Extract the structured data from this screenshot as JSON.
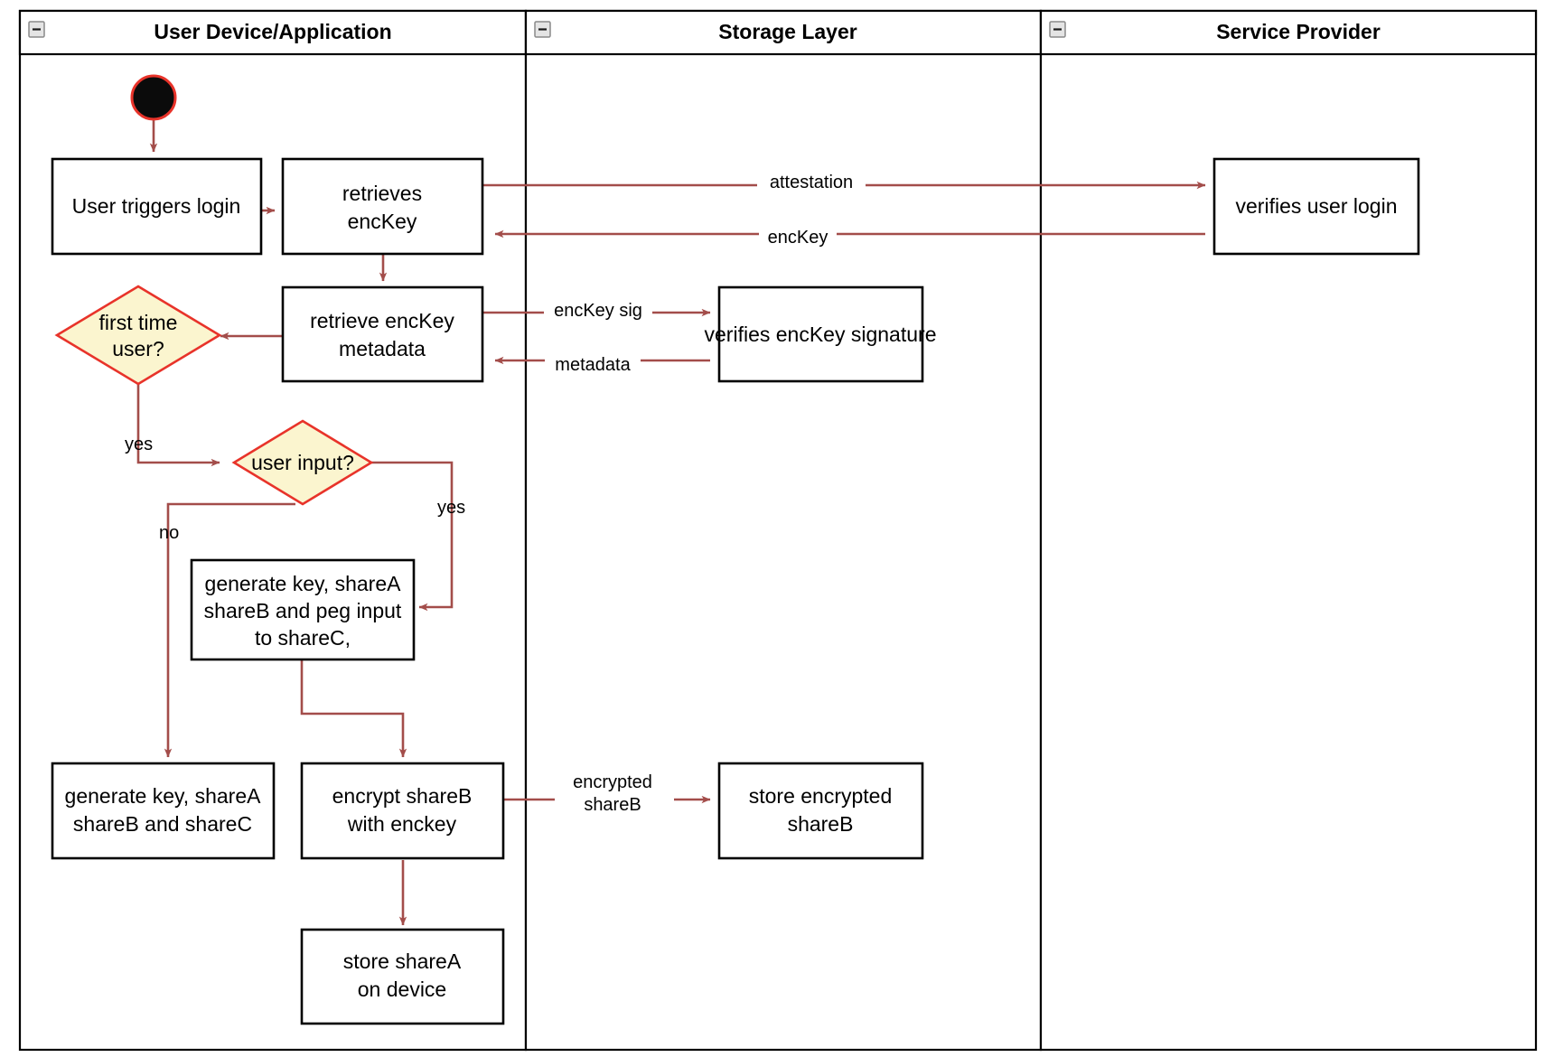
{
  "diagram": {
    "type": "uml-activity-swimlane",
    "title": "Login and key-share provisioning flow",
    "colors": {
      "flow_arrow": "#a34d4a",
      "decision_fill": "#fbf5cf",
      "decision_stroke": "#e8332a",
      "node_stroke": "#000000",
      "node_fill": "#ffffff",
      "lane_stroke": "#000000",
      "start_node_fill": "#0b0b0b",
      "start_node_stroke": "#e8332a"
    },
    "lanes": [
      {
        "id": "lane-user-device",
        "title": "User Device/Application",
        "collapse_icon": "minus-icon"
      },
      {
        "id": "lane-storage",
        "title": "Storage Layer",
        "collapse_icon": "minus-icon"
      },
      {
        "id": "lane-service-provider",
        "title": "Service Provider",
        "collapse_icon": "minus-icon"
      }
    ],
    "nodes": [
      {
        "id": "start",
        "kind": "initial-node",
        "lane": "lane-user-device",
        "label": ""
      },
      {
        "id": "user-triggers-login",
        "kind": "action",
        "lane": "lane-user-device",
        "label": "User triggers login",
        "lines": [
          "User triggers login"
        ]
      },
      {
        "id": "retrieves-enckey",
        "kind": "action",
        "lane": "lane-user-device",
        "label": "retrieves encKey",
        "lines": [
          "retrieves",
          "encKey"
        ]
      },
      {
        "id": "retrieve-enckey-metadata",
        "kind": "action",
        "lane": "lane-user-device",
        "label": "retrieve encKey metadata",
        "lines": [
          "retrieve encKey",
          "metadata"
        ]
      },
      {
        "id": "first-time-user",
        "kind": "decision",
        "lane": "lane-user-device",
        "label": "first time user?",
        "lines": [
          "first time",
          "user?"
        ]
      },
      {
        "id": "user-input",
        "kind": "decision",
        "lane": "lane-user-device",
        "label": "user input?",
        "lines": [
          "user input?"
        ]
      },
      {
        "id": "generate-peg-input",
        "kind": "action",
        "lane": "lane-user-device",
        "label": "generate key, shareA shareB and peg input to shareC,",
        "lines": [
          "generate key, shareA",
          "shareB and peg input",
          "to shareC,"
        ]
      },
      {
        "id": "generate-shares",
        "kind": "action",
        "lane": "lane-user-device",
        "label": "generate key, shareA shareB and shareC",
        "lines": [
          "generate key, shareA",
          "shareB and shareC"
        ]
      },
      {
        "id": "encrypt-shareb",
        "kind": "action",
        "lane": "lane-user-device",
        "label": "encrypt shareB with enckey",
        "lines": [
          "encrypt shareB",
          "with enckey"
        ]
      },
      {
        "id": "store-sharea-on-device",
        "kind": "action",
        "lane": "lane-user-device",
        "label": "store shareA on device",
        "lines": [
          "store shareA",
          "on device"
        ]
      },
      {
        "id": "verifies-enckey-signature",
        "kind": "action",
        "lane": "lane-storage",
        "label": "verifies encKey signature",
        "lines": [
          "verifies encKey signature"
        ]
      },
      {
        "id": "store-encrypted-shareb",
        "kind": "action",
        "lane": "lane-storage",
        "label": "store encrypted shareB",
        "lines": [
          "store encrypted",
          "shareB"
        ]
      },
      {
        "id": "verifies-user-login",
        "kind": "action",
        "lane": "lane-service-provider",
        "label": "verifies user login",
        "lines": [
          "verifies user login"
        ]
      }
    ],
    "edges": [
      {
        "id": "e-start-login",
        "from": "start",
        "to": "user-triggers-login",
        "label": ""
      },
      {
        "id": "e-login-retrieves",
        "from": "user-triggers-login",
        "to": "retrieves-enckey",
        "label": ""
      },
      {
        "id": "e-attestation",
        "from": "retrieves-enckey",
        "to": "verifies-user-login",
        "label": "attestation"
      },
      {
        "id": "e-enckey-back",
        "from": "verifies-user-login",
        "to": "retrieves-enckey",
        "label": "encKey"
      },
      {
        "id": "e-retrieves-metadata",
        "from": "retrieves-enckey",
        "to": "retrieve-enckey-metadata",
        "label": ""
      },
      {
        "id": "e-enckey-sig",
        "from": "retrieve-enckey-metadata",
        "to": "verifies-enckey-signature",
        "label": "encKey sig"
      },
      {
        "id": "e-metadata-back",
        "from": "verifies-enckey-signature",
        "to": "retrieve-enckey-metadata",
        "label": "metadata"
      },
      {
        "id": "e-metadata-firsttime",
        "from": "retrieve-enckey-metadata",
        "to": "first-time-user",
        "label": ""
      },
      {
        "id": "e-firsttime-yes",
        "from": "first-time-user",
        "to": "user-input",
        "label": "yes"
      },
      {
        "id": "e-userinput-yes",
        "from": "user-input",
        "to": "generate-peg-input",
        "label": "yes"
      },
      {
        "id": "e-userinput-no",
        "from": "user-input",
        "to": "generate-shares",
        "label": "no"
      },
      {
        "id": "e-peg-encrypt",
        "from": "generate-peg-input",
        "to": "encrypt-shareb",
        "label": ""
      },
      {
        "id": "e-shares-encrypt",
        "from": "generate-shares",
        "to": "encrypt-shareb",
        "label": ""
      },
      {
        "id": "e-encrypted-shareb",
        "from": "encrypt-shareb",
        "to": "store-encrypted-shareb",
        "label": "encrypted shareB",
        "lines": [
          "encrypted",
          "shareB"
        ]
      },
      {
        "id": "e-encrypt-store-sharea",
        "from": "encrypt-shareb",
        "to": "store-sharea-on-device",
        "label": ""
      }
    ],
    "edge_labels": {
      "attestation": "attestation",
      "enckey": "encKey",
      "enckey_sig": "encKey sig",
      "metadata": "metadata",
      "yes_first_time": "yes",
      "yes_user_input": "yes",
      "no_user_input": "no",
      "encrypted_line1": "encrypted",
      "encrypted_line2": "shareB"
    },
    "node_text": {
      "user_triggers_login": "User triggers login",
      "retrieves_l1": "retrieves",
      "retrieves_l2": "encKey",
      "retrieve_meta_l1": "retrieve encKey",
      "retrieve_meta_l2": "metadata",
      "first_time_l1": "first time",
      "first_time_l2": "user?",
      "user_input": "user input?",
      "peg_l1": "generate key, shareA",
      "peg_l2": "shareB and peg input",
      "peg_l3": "to shareC,",
      "shares_l1": "generate key, shareA",
      "shares_l2": "shareB and shareC",
      "encrypt_l1": "encrypt shareB",
      "encrypt_l2": "with enckey",
      "store_sharea_l1": "store shareA",
      "store_sharea_l2": "on device",
      "verifies_sig": "verifies encKey signature",
      "store_enc_l1": "store encrypted",
      "store_enc_l2": "shareB",
      "verifies_login": "verifies user login"
    }
  }
}
